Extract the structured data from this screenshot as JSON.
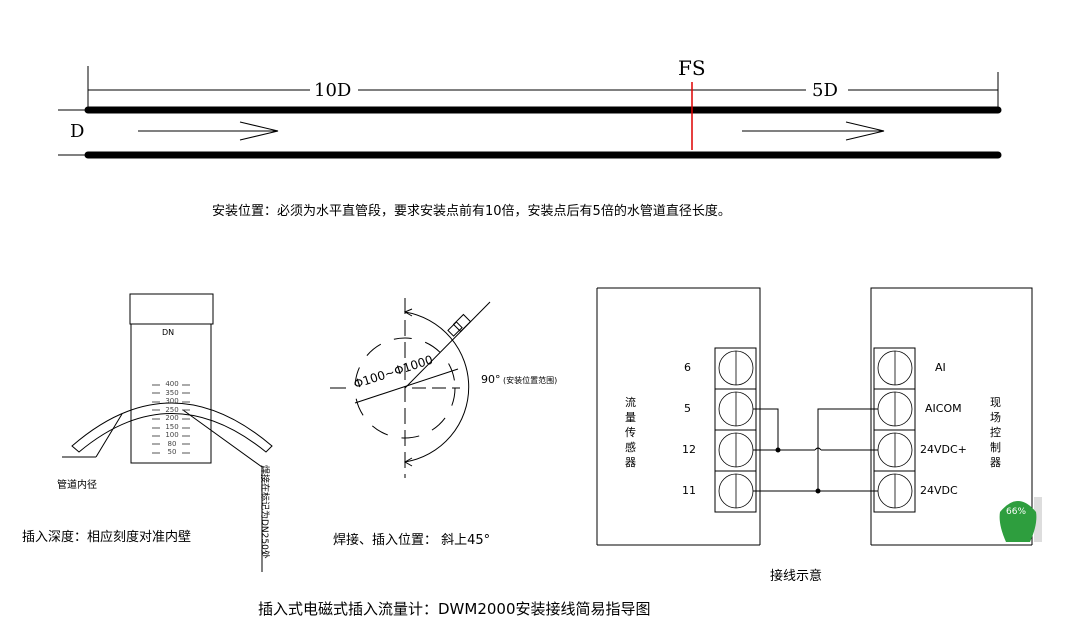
{
  "pipe": {
    "fs_label": "FS",
    "upstream_label": "10D",
    "downstream_label": "5D",
    "diameter_label": "D",
    "caption": "安装位置：必须为水平直管段，要求安装点前有10倍，安装点后有5倍的水管道直径长度。"
  },
  "depth": {
    "top_label": "DN",
    "scale": [
      "400",
      "350",
      "300",
      "250",
      "200",
      "150",
      "100",
      "80",
      "50"
    ],
    "pipe_label": "管道内径",
    "weld_note": "焊接在标记为DN250处",
    "caption": "插入深度：相应刻度对准内壁"
  },
  "angle": {
    "diameter_label": "Φ100~Φ1000",
    "angle_label": "90°",
    "range_label": "(安装位置范围)",
    "caption": "焊接、插入位置： 斜上45°"
  },
  "wiring": {
    "sensor_label": "流量传感器",
    "controller_label": "现场控制器",
    "sensor_terminals": [
      "6",
      "5",
      "12",
      "11"
    ],
    "controller_terminals": [
      "AI",
      "AICOM",
      "24VDC+",
      "24VDC"
    ],
    "caption": "接线示意"
  },
  "badge": {
    "value": "66%",
    "color": "#2e9e3e"
  },
  "title": "插入式电磁式插入流量计：DWM2000安装接线简易指导图"
}
